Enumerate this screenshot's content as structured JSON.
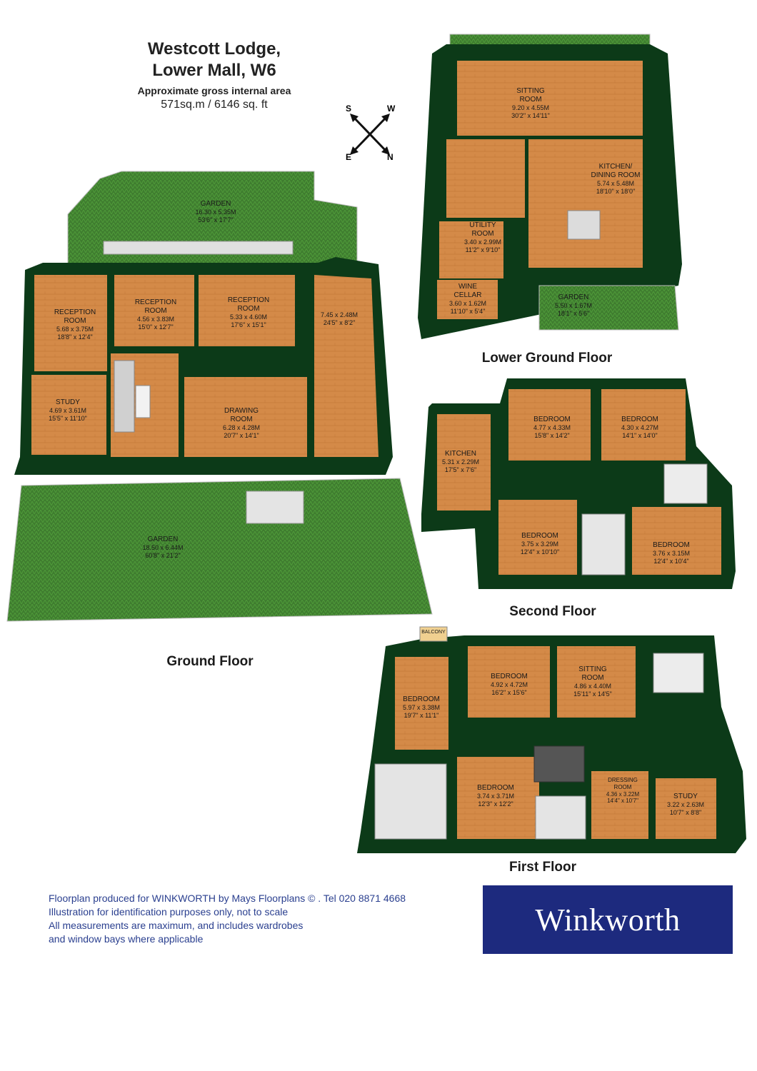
{
  "header": {
    "title_line1": "Westcott Lodge,",
    "title_line2": "Lower Mall, W6",
    "area_label": "Approximate gross internal area",
    "area_value": "571sq.m /  6146 sq. ft"
  },
  "compass": {
    "n1": "S",
    "n2": "W",
    "n3": "E",
    "n4": "N"
  },
  "floors": {
    "ground": {
      "title": "Ground Floor",
      "rooms": [
        {
          "name": "GARDEN",
          "dims": [
            "16.30 x 5.35M",
            "53'6\" x 17'7\""
          ]
        },
        {
          "name": "RECEPTION ROOM",
          "dims": [
            "5.68 x 3.75M",
            "18'8\" x 12'4\""
          ]
        },
        {
          "name": "RECEPTION ROOM",
          "dims": [
            "4.56 x 3.83M",
            "15'0\" x 12'7\""
          ]
        },
        {
          "name": "RECEPTION ROOM",
          "dims": [
            "5.33 x 4.60M",
            "17'6\" x 15'1\""
          ]
        },
        {
          "name": "",
          "dims": [
            "7.45 x 2.48M",
            "24'5\" x 8'2\""
          ]
        },
        {
          "name": "STUDY",
          "dims": [
            "4.69 x 3.61M",
            "15'5\" x 11'10\""
          ]
        },
        {
          "name": "DRAWING ROOM",
          "dims": [
            "6.28 x 4.28M",
            "20'7\" x 14'1\""
          ]
        },
        {
          "name": "GARDEN",
          "dims": [
            "18.50 x 6.44M",
            "60'8\" x 21'2\""
          ]
        }
      ]
    },
    "lower": {
      "title": "Lower Ground Floor",
      "rooms": [
        {
          "name": "SITTING ROOM",
          "dims": [
            "9.20 x 4.55M",
            "30'2\" x 14'11\""
          ]
        },
        {
          "name": "KITCHEN/ DINING ROOM",
          "dims": [
            "5.74 x 5.48M",
            "18'10\" x 18'0\""
          ]
        },
        {
          "name": "UTILITY ROOM",
          "dims": [
            "3.40 x 2.99M",
            "11'2\" x 9'10\""
          ]
        },
        {
          "name": "WINE CELLAR",
          "dims": [
            "3.60 x 1.62M",
            "11'10\" x 5'4\""
          ]
        },
        {
          "name": "GARDEN",
          "dims": [
            "5.50 x 1.67M",
            "18'1\" x 5'6\""
          ]
        }
      ]
    },
    "second": {
      "title": "Second Floor",
      "rooms": [
        {
          "name": "BEDROOM",
          "dims": [
            "4.77 x 4.33M",
            "15'8\" x 14'2\""
          ]
        },
        {
          "name": "BEDROOM",
          "dims": [
            "4.30 x 4.27M",
            "14'1\" x 14'0\""
          ]
        },
        {
          "name": "KITCHEN",
          "dims": [
            "5.31 x 2.29M",
            "17'5\" x 7'6\""
          ]
        },
        {
          "name": "BEDROOM",
          "dims": [
            "3.75 x 3.29M",
            "12'4\" x 10'10\""
          ]
        },
        {
          "name": "BEDROOM",
          "dims": [
            "3.76 x 3.15M",
            "12'4\" x 10'4\""
          ]
        }
      ]
    },
    "first": {
      "title": "First Floor",
      "rooms": [
        {
          "name": "BALCONY",
          "dims": []
        },
        {
          "name": "BEDROOM",
          "dims": [
            "4.92 x 4.72M",
            "16'2\" x 15'6\""
          ]
        },
        {
          "name": "SITTING ROOM",
          "dims": [
            "4.86 x 4.40M",
            "15'11\" x 14'5\""
          ]
        },
        {
          "name": "BEDROOM",
          "dims": [
            "5.97 x 3.38M",
            "19'7\" x 11'1\""
          ]
        },
        {
          "name": "BEDROOM",
          "dims": [
            "3.74 x 3.71M",
            "12'3\" x 12'2\""
          ]
        },
        {
          "name": "DRESSING ROOM",
          "dims": [
            "4.36 x 3.22M",
            "14'4\" x 10'7\""
          ]
        },
        {
          "name": "STUDY",
          "dims": [
            "3.22 x 2.63M",
            "10'7\" x 8'8\""
          ]
        }
      ]
    }
  },
  "footer": {
    "lines": [
      "Floorplan produced for WINKWORTH by Mays Floorplans  © . Tel 020 8871 4668",
      "Illustration for identification purposes only, not to scale",
      "All measurements are maximum, and includes wardrobes",
      "and window bays where applicable"
    ],
    "logo_text": "Winkworth"
  },
  "colors": {
    "wall": "#0c3a18",
    "floor": "#d48a48",
    "grass": "#3f7d2f",
    "logo_bg": "#1d2a7e"
  }
}
